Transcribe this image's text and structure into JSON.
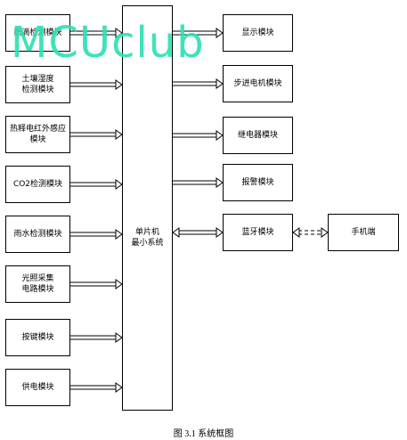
{
  "mcu": {
    "line1": "单片机",
    "line2": "最小系统"
  },
  "inputs": [
    {
      "lines": [
        "雨滴检测模块"
      ]
    },
    {
      "lines": [
        "土壤湿度",
        "检测模块"
      ]
    },
    {
      "lines": [
        "热释电红外感应",
        "模块"
      ]
    },
    {
      "lines": [
        "CO2检测模块"
      ]
    },
    {
      "lines": [
        "雨水检测模块"
      ]
    },
    {
      "lines": [
        "光照采集",
        "电路模块"
      ]
    },
    {
      "lines": [
        "按键模块"
      ]
    },
    {
      "lines": [
        "供电模块"
      ]
    }
  ],
  "outputs": [
    {
      "lines": [
        "显示模块"
      ]
    },
    {
      "lines": [
        "步进电机模块"
      ]
    },
    {
      "lines": [
        "继电器模块"
      ]
    },
    {
      "lines": [
        "报警模块"
      ]
    },
    {
      "lines": [
        "蓝牙模块"
      ]
    }
  ],
  "external": {
    "label": "手机端"
  },
  "watermark": "MCUclub",
  "caption": "图 3.1  系统框图"
}
